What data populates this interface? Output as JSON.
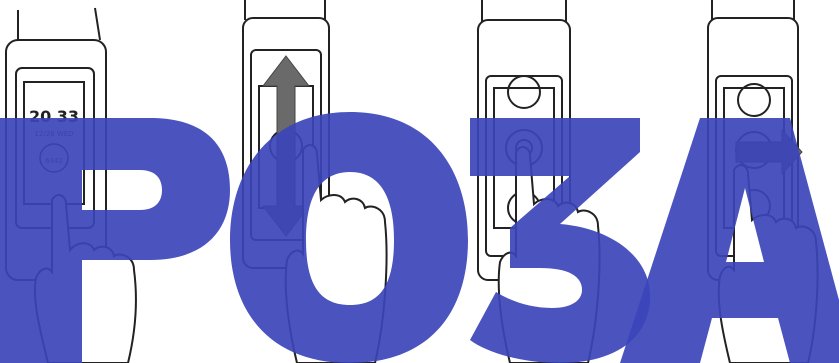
{
  "steps": [
    {
      "id": "wake",
      "screen": {
        "time": "20 33",
        "date": "12/28 WED",
        "steps": "6342"
      }
    },
    {
      "id": "swipe-vertical"
    },
    {
      "id": "tap-enter"
    },
    {
      "id": "swipe-right"
    }
  ],
  "watermark": {
    "text": "РОЗА",
    "color": "#3b44b8"
  },
  "colors": {
    "line": "#222222",
    "arrow": "#5a5a5a",
    "shade": "#8a8a8a"
  }
}
